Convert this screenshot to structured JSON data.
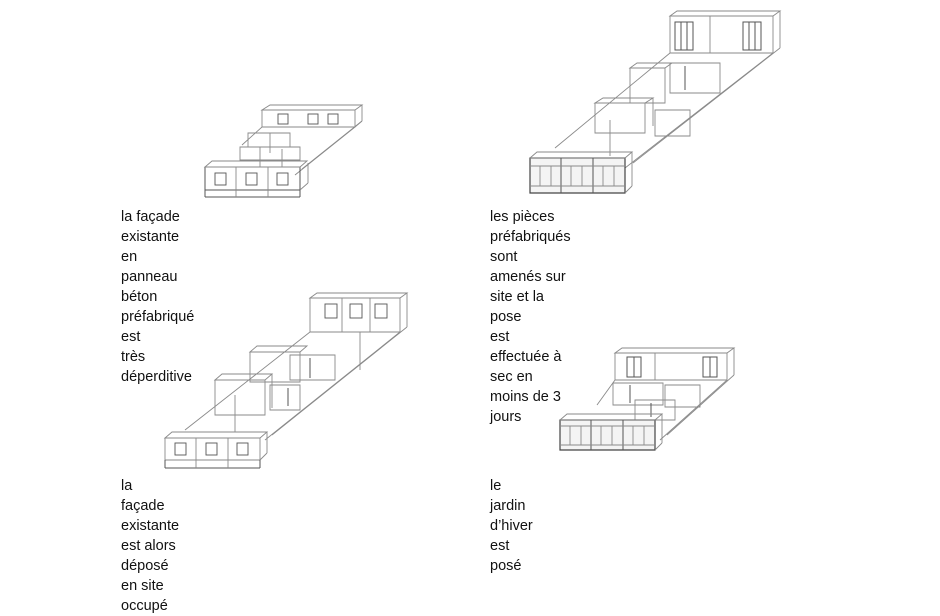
{
  "steps": [
    {
      "caption_line1": "la façade existante en panneau béton préfabriqué est",
      "caption_line2": "très déperditive"
    },
    {
      "caption_line1": "les pièces préfabriqués sont amenés sur site et la pose",
      "caption_line2": "est effectuée à sec en moins de 3 jours"
    },
    {
      "caption_line1": "la façade existante est alors déposé en site occupé"
    },
    {
      "caption_line1": "le jardin d’hiver est posé"
    }
  ]
}
